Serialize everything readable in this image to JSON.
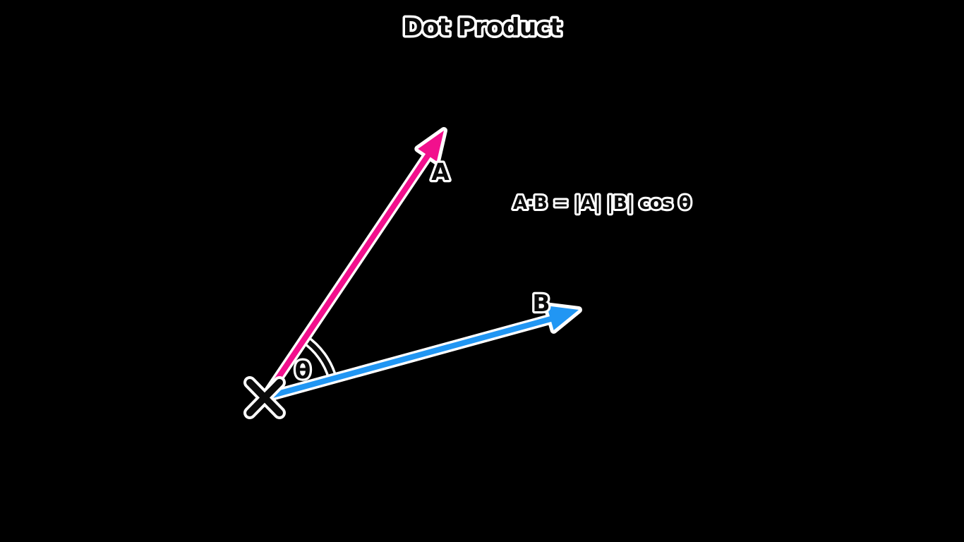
{
  "title": "Dot Product",
  "formula": "A·B = |A| |B| cos θ",
  "vectors": {
    "a": {
      "label": "A",
      "color": "#F2108D"
    },
    "b": {
      "label": "B",
      "color": "#2196F3"
    }
  },
  "angle": {
    "label": "θ"
  },
  "colors": {
    "background": "#000000",
    "ink": "#0A0A0A",
    "outline": "#FFFFFF",
    "vector_a": "#F2108D",
    "vector_b": "#2196F3"
  }
}
